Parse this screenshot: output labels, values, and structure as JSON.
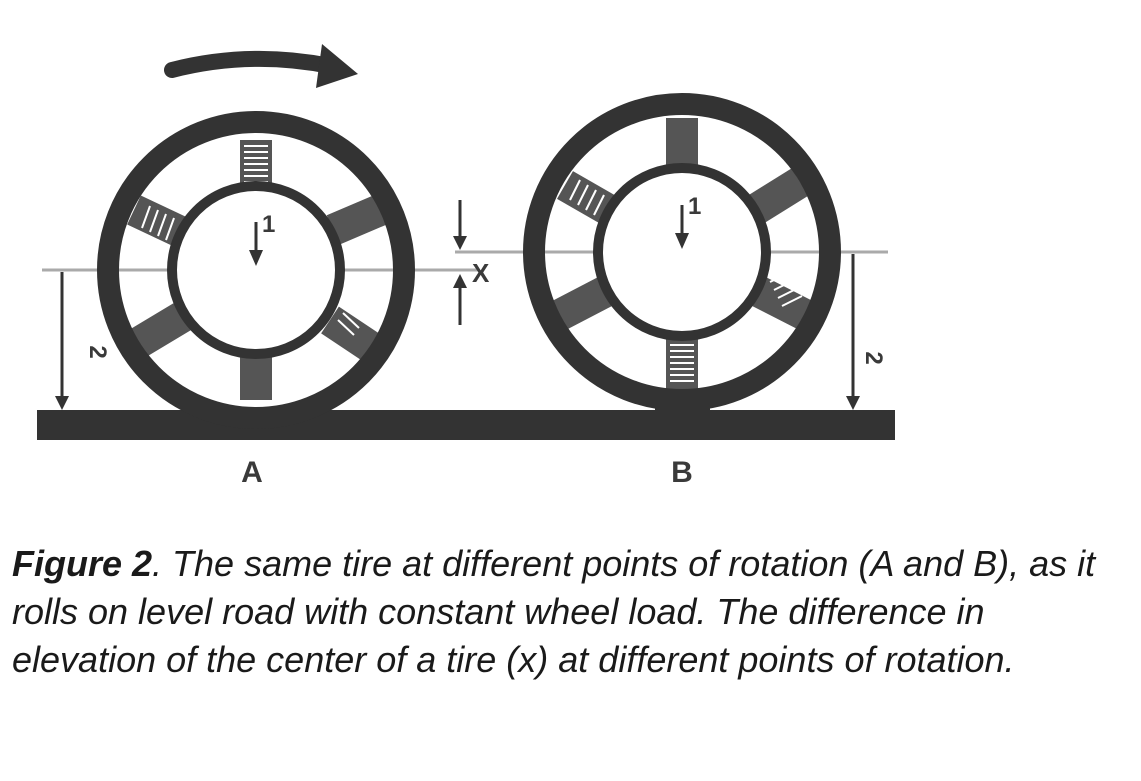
{
  "diagram": {
    "tire_a": {
      "label": "A",
      "center_arrow_label": "1",
      "height_label": "2"
    },
    "tire_b": {
      "label": "B",
      "center_arrow_label": "1",
      "height_label": "2"
    },
    "difference_label": "X",
    "colors": {
      "ink": "#333333",
      "guide": "#aaaaaa",
      "road": "#333333"
    }
  },
  "caption": {
    "figure_label": "Figure 2",
    "text": ". The same tire at different points of rotation (A and B), as it rolls on level road with constant wheel load. The difference in elevation of the center of a tire (x) at different points of rotation."
  }
}
